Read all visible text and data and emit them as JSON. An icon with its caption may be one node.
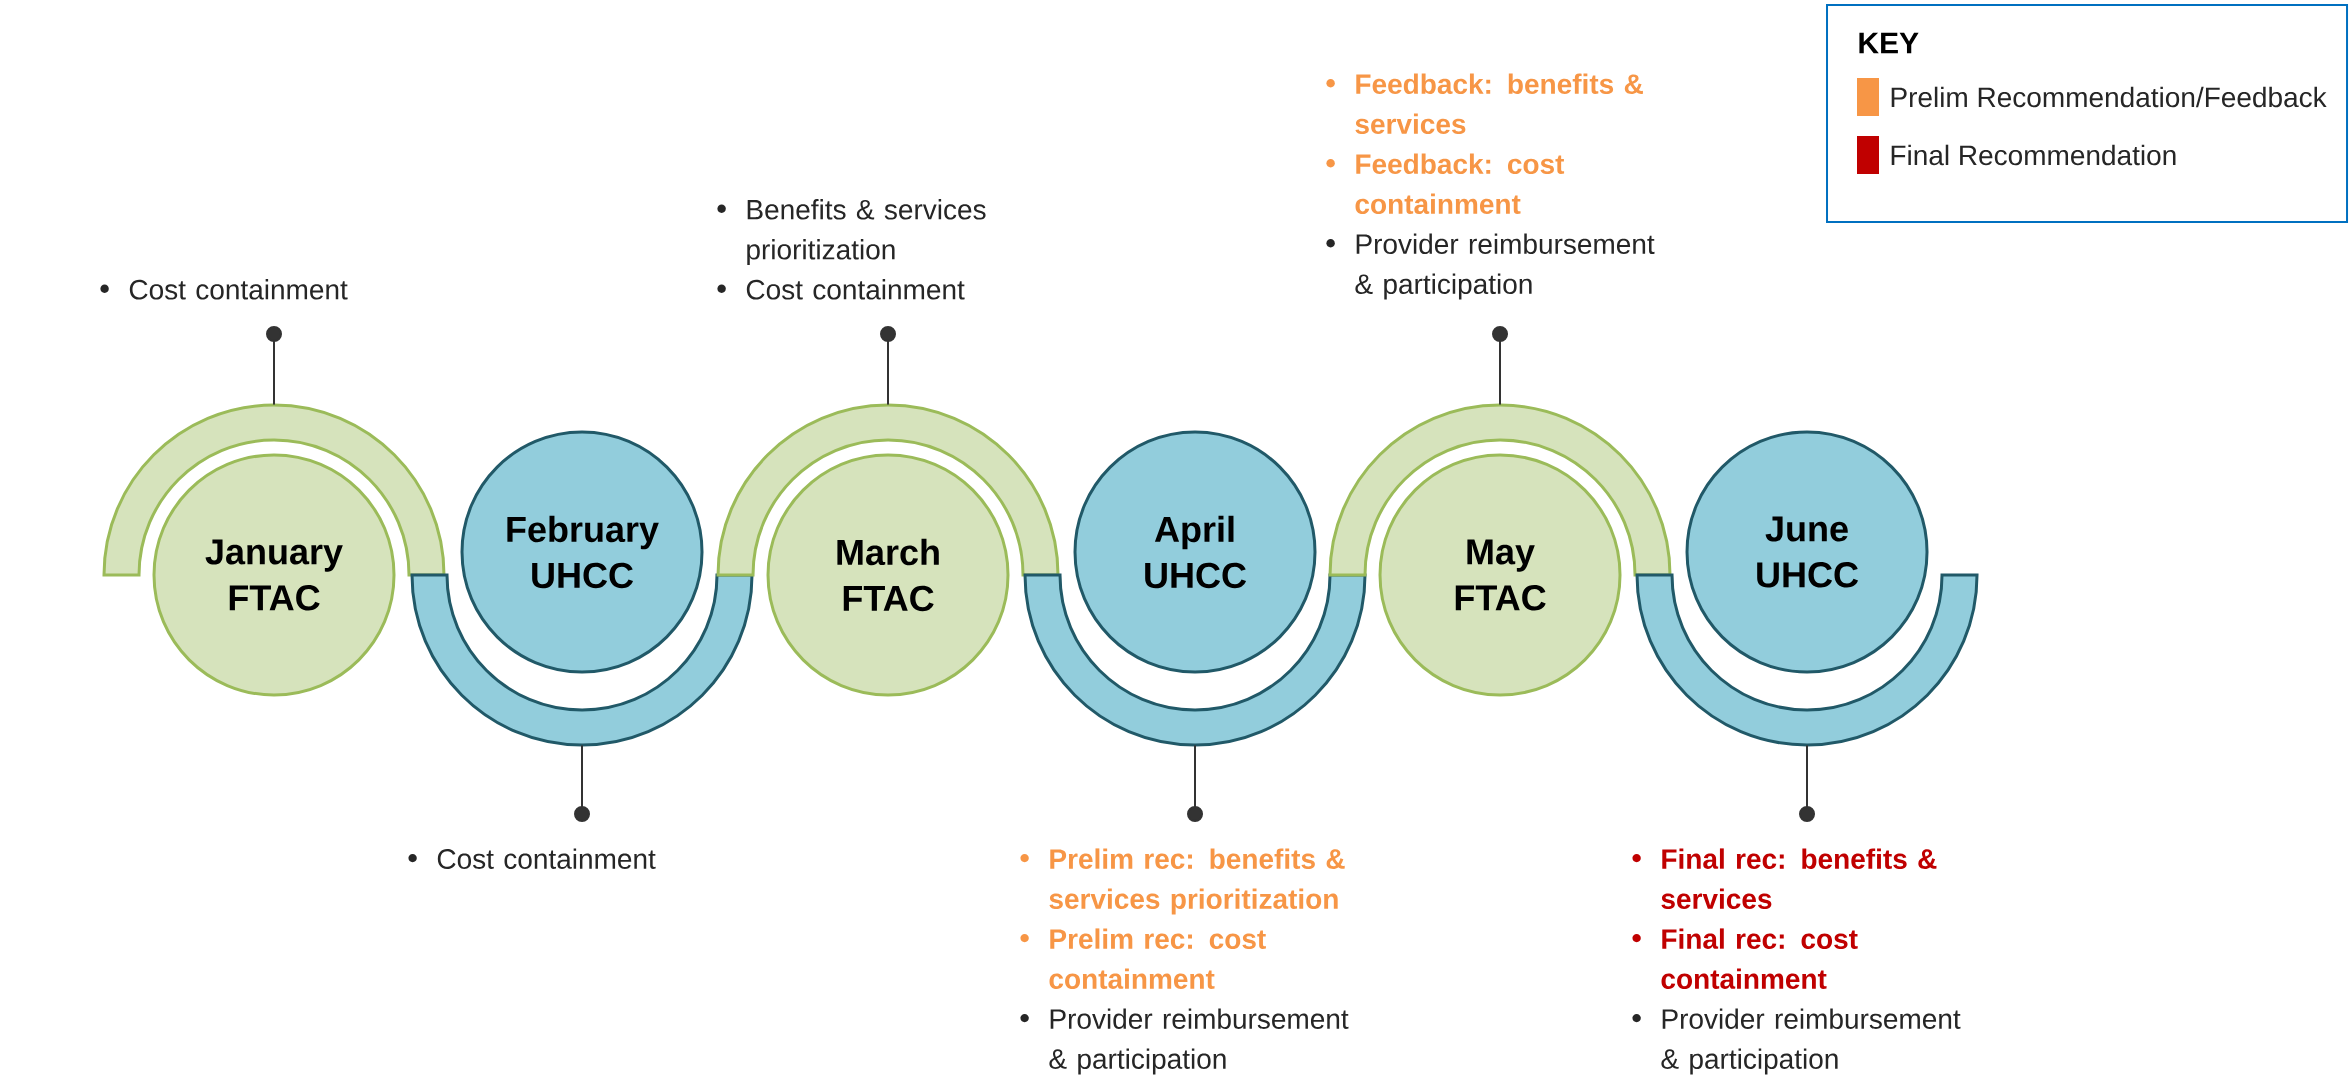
{
  "diagram": {
    "nodes": [
      {
        "text": [
          "January",
          "FTAC"
        ]
      },
      {
        "text": [
          "February",
          "UHCC"
        ]
      },
      {
        "text": [
          "March",
          "FTAC"
        ]
      },
      {
        "text": [
          "April",
          "UHCC"
        ]
      },
      {
        "text": [
          "May",
          "FTAC"
        ]
      },
      {
        "text": [
          "June",
          "UHCC"
        ]
      },
      {
        "text": [
          "Cost containment"
        ]
      },
      {
        "text": [
          "Cost containment"
        ]
      },
      {
        "text": [
          "Benefits & services prioritization",
          "Cost containment"
        ]
      },
      {
        "text": [
          "Prelim rec: benefits & services prioritization",
          "Prelim rec: cost containment",
          "Provider reimbursement & participation"
        ]
      },
      {
        "text": [
          "Feedback: benefits & services",
          "Feedback: cost containment",
          "Provider reimbursement & participation"
        ]
      },
      {
        "text": [
          "Final rec: benefits & services",
          "Final rec: cost containment",
          "Provider reimbursement & participation"
        ]
      },
      {
        "text": [],
        "shape": "arc"
      },
      {
        "text": [],
        "shape": "arc"
      },
      {
        "text": [],
        "shape": "arc"
      },
      {
        "text": [],
        "shape": "arc"
      },
      {
        "text": [],
        "shape": "arc"
      },
      {
        "text": [],
        "shape": "arc"
      }
    ],
    "edges": [
      {
        "from": 12,
        "to": 6,
        "arrow": "other"
      },
      {
        "from": 13,
        "to": 7,
        "arrow": "other"
      },
      {
        "from": 14,
        "to": 8,
        "arrow": "other"
      },
      {
        "from": 15,
        "to": 9,
        "arrow": "other"
      },
      {
        "from": 16,
        "to": 10,
        "arrow": "other"
      },
      {
        "from": 17,
        "to": 11,
        "arrow": "other"
      }
    ],
    "labels": [
      "KEY"
    ],
    "legend": [
      {
        "text": "Prelim Recommendation/Feedback",
        "color": "#f79646"
      },
      {
        "text": "Final Recommendation",
        "color": "#c00000"
      }
    ]
  }
}
